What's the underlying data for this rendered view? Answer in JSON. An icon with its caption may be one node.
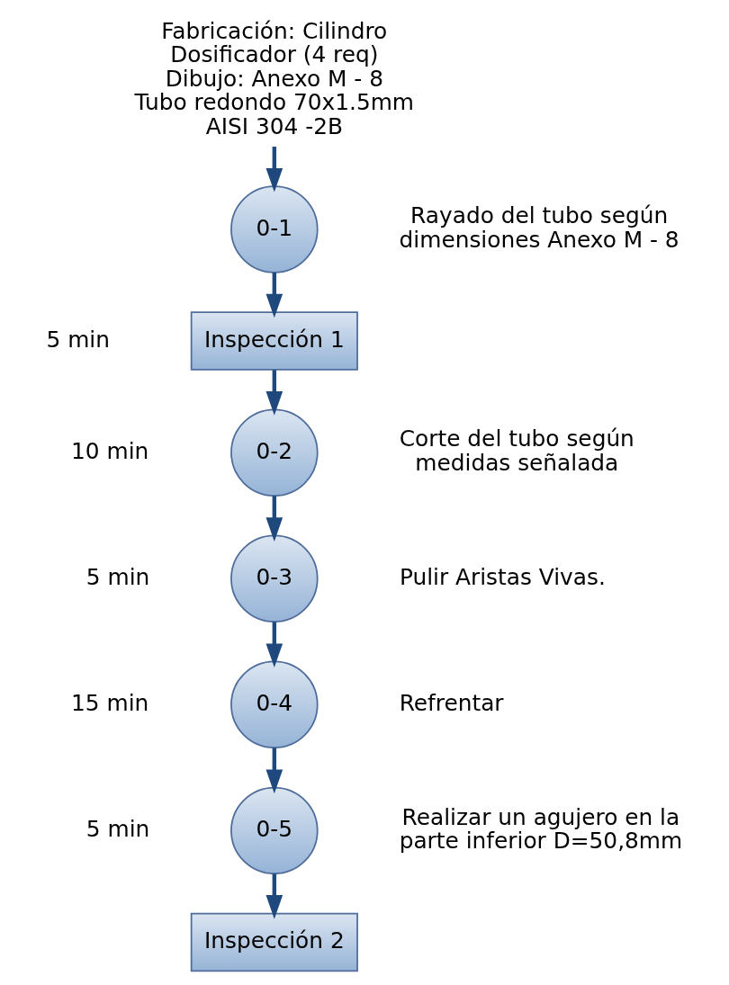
{
  "diagram": {
    "nodes": [
      {
        "text": [
          "Fabricación: Cilindro Dosificador (4 req)",
          "Dibujo: Anexo M - 8",
          "Tubo redondo 70x1.5mm",
          "AISI 304 -2B"
        ]
      },
      {
        "text": [
          "0-1"
        ],
        "beside": [
          "Rayado del tubo según dimensiones Anexo M - 8"
        ]
      },
      {
        "text": [
          "Inspección 1"
        ],
        "beside": [
          "5 min"
        ]
      },
      {
        "text": [
          "0-2"
        ],
        "beside": [
          "10 min",
          "Corte del tubo según medidas señalada"
        ]
      },
      {
        "text": [
          "0-3"
        ],
        "beside": [
          "5 min",
          "Pulir Aristas Vivas."
        ]
      },
      {
        "text": [
          "0-4"
        ],
        "beside": [
          "15 min",
          "Refrentar"
        ]
      },
      {
        "text": [
          "0-5"
        ],
        "beside": [
          "5 min",
          "Realizar un agujero en la parte inferior D=50,8mm"
        ]
      },
      {
        "text": [
          "Inspección 2"
        ]
      }
    ],
    "edges": [
      {
        "from": 0,
        "to": 1,
        "arrow": "to"
      },
      {
        "from": 1,
        "to": 2,
        "arrow": "to"
      },
      {
        "from": 2,
        "to": 3,
        "arrow": "to"
      },
      {
        "from": 3,
        "to": 4,
        "arrow": "to"
      },
      {
        "from": 4,
        "to": 5,
        "arrow": "to"
      },
      {
        "from": 5,
        "to": 6,
        "arrow": "to"
      },
      {
        "from": 6,
        "to": 7,
        "arrow": "to"
      }
    ]
  }
}
